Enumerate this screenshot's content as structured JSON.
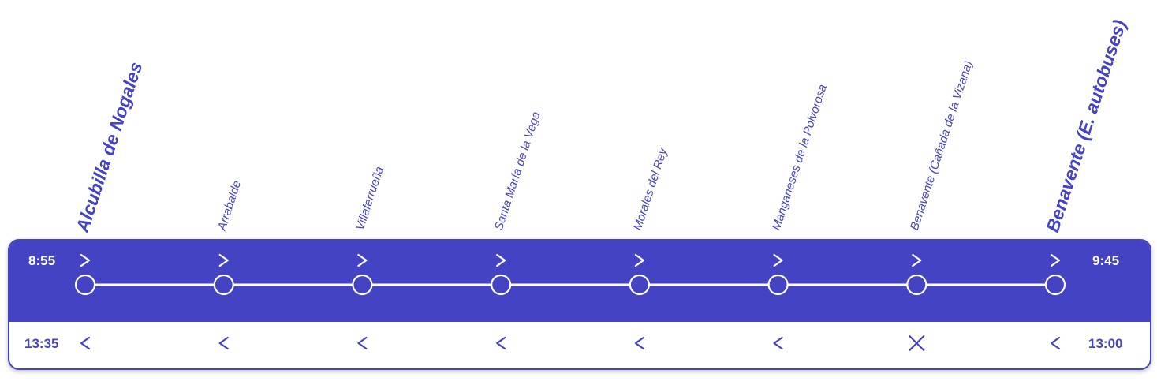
{
  "stops": [
    {
      "name": "Alcubilla de Nogales",
      "major": true,
      "outbound": "arrow",
      "return": "arrow"
    },
    {
      "name": "Arrabalde",
      "major": false,
      "outbound": "arrow",
      "return": "arrow"
    },
    {
      "name": "Villaferrueña",
      "major": false,
      "outbound": "arrow",
      "return": "arrow"
    },
    {
      "name": "Santa María de la Vega",
      "major": false,
      "outbound": "arrow",
      "return": "arrow"
    },
    {
      "name": "Morales del Rey",
      "major": false,
      "outbound": "arrow",
      "return": "arrow"
    },
    {
      "name": "Manganeses de la Polvorosa",
      "major": false,
      "outbound": "arrow",
      "return": "arrow"
    },
    {
      "name": "Benavente (Cañada de la Vizana)",
      "major": false,
      "outbound": "arrow",
      "return": "no-stop"
    },
    {
      "name": "Benavente (E. autobuses)",
      "major": true,
      "outbound": "arrow",
      "return": "arrow"
    }
  ],
  "outbound": {
    "depart": "8:55",
    "arrive": "9:45"
  },
  "return": {
    "depart": "13:35",
    "arrive": "13:00"
  },
  "colors": {
    "accent": "#4443c3",
    "line": "#ffffff",
    "background": "#ffffff"
  },
  "icons": {
    "outbound": "chevron-right-icon",
    "return": "chevron-left-icon",
    "no-stop": "cross-icon"
  }
}
